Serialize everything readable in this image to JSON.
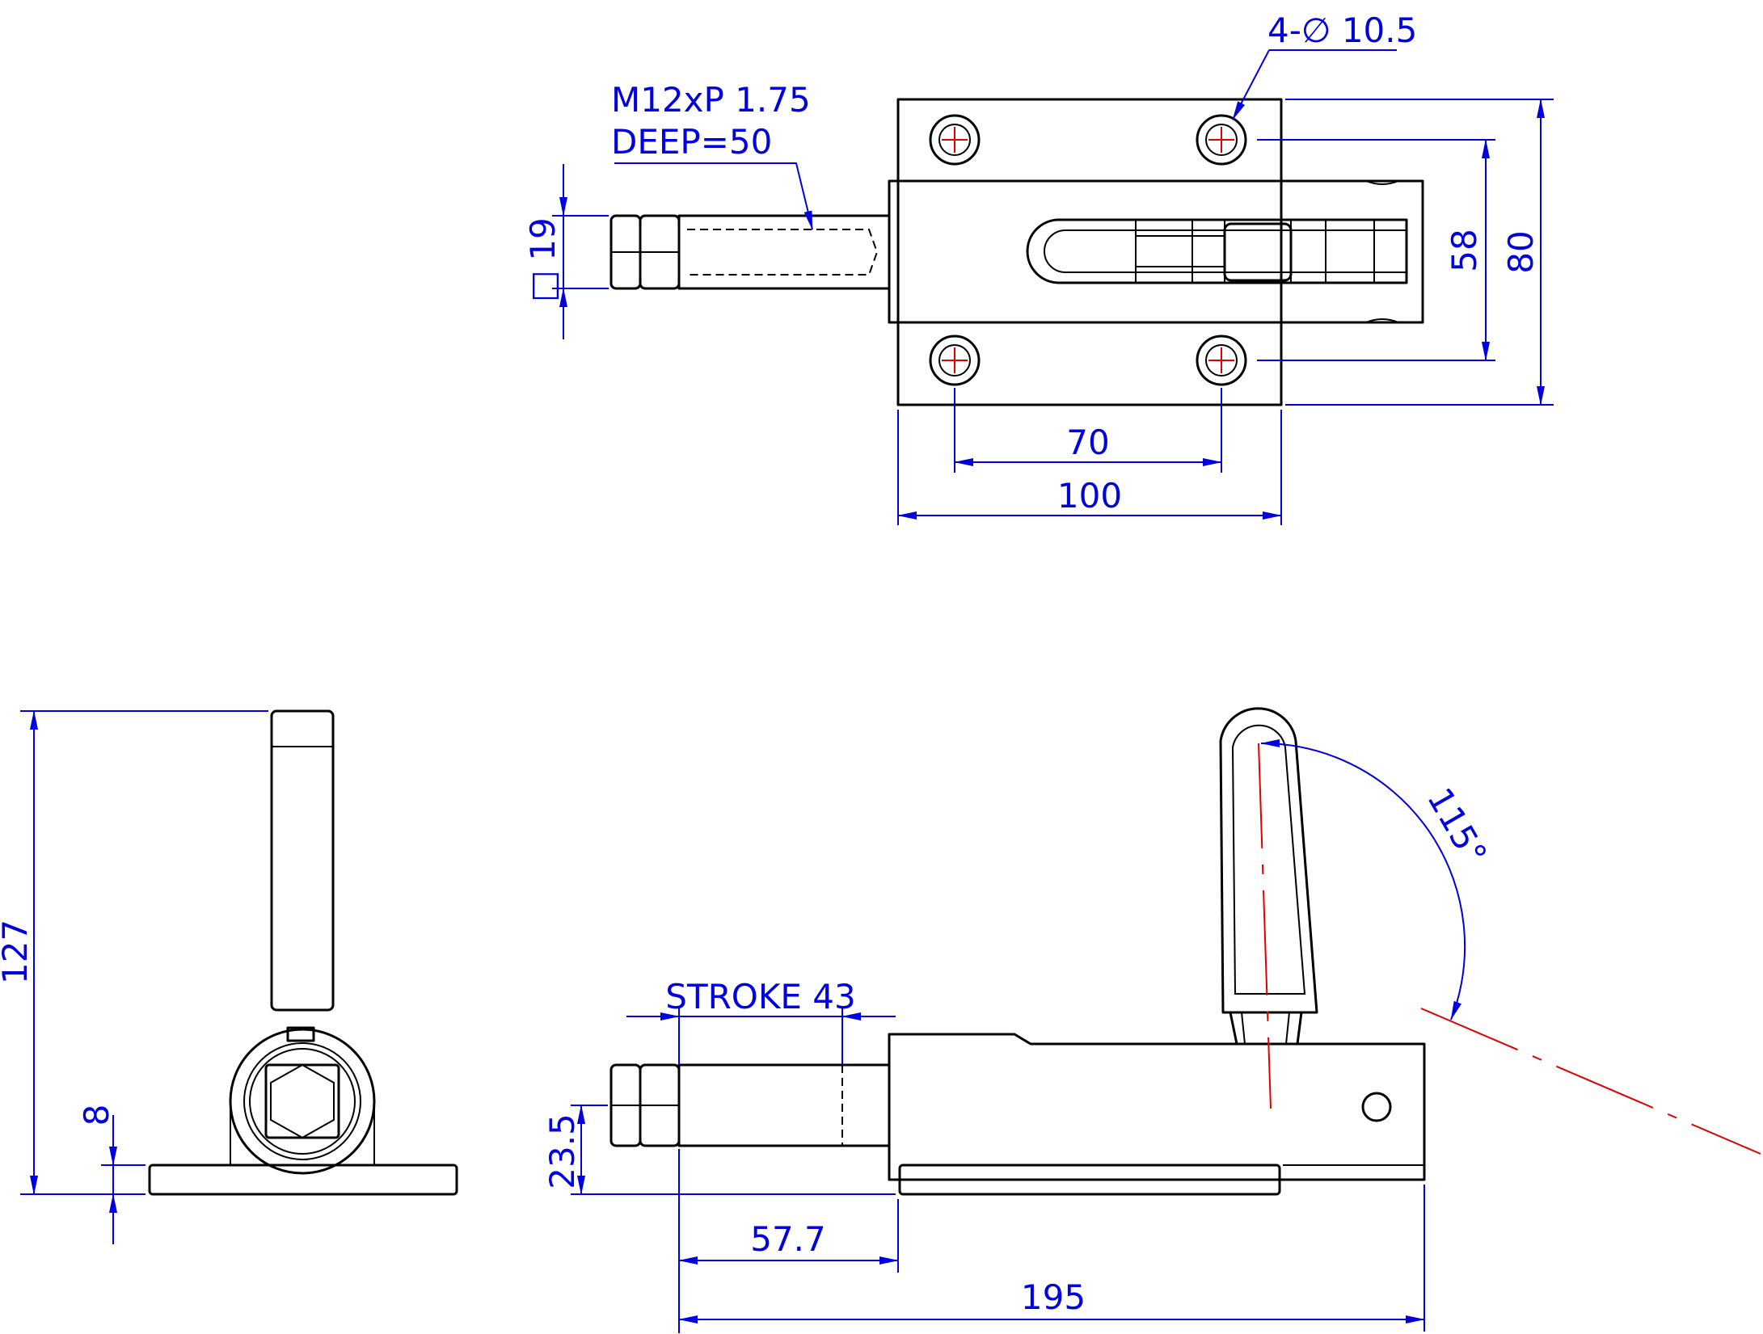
{
  "dimensions": {
    "holes": "4-∅ 10.5",
    "thread_size": "M12xP 1.75",
    "thread_depth": "DEEP=50",
    "square_symbol": "□",
    "square": "19",
    "hole_pitch_y": "58",
    "base_width": "80",
    "hole_pitch_x": "70",
    "base_length": "100",
    "stroke": "STROKE 43",
    "angle": "115°",
    "height": "127",
    "base_thickness": "8",
    "plunger_height": "23.5",
    "plunger_extension": "57.7",
    "overall_length": "195"
  },
  "colors": {
    "outline": "#000000",
    "dimension": "#0000e0",
    "centerline": "#e00000"
  }
}
